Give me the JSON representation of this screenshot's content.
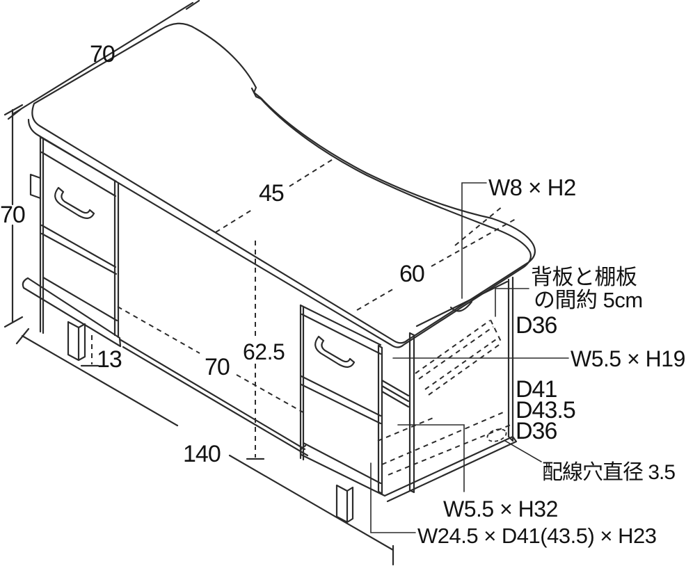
{
  "diagram": {
    "kind": "furniture-dimension-diagram",
    "subject": "desk with drawers, open shelves and back panel",
    "background_color": "#ffffff",
    "line_color": "#2b2b2b",
    "text_color": "#121212"
  },
  "labels": {
    "depth_top": "70",
    "height_left": "70",
    "desktop_depth_mid": "45",
    "desktop_depth_right": "60",
    "cable_slot": "W8 × H2",
    "gap_note_line1": "背板と棚板",
    "gap_note_line2": "の間約 5cm",
    "shelf_depth": "D36",
    "divider_upper": "W5.5 × H19",
    "depth_41": "D41",
    "depth_43_5": "D43.5",
    "bottom_depth": "D36",
    "wiring_hole": "配線穴直径 3.5",
    "knee_height": "62.5",
    "leg_height": "13",
    "knee_width": "70",
    "total_width": "140",
    "divider_lower": "W5.5 × H32",
    "open_section": "W24.5 × D41(43.5) × H23"
  }
}
